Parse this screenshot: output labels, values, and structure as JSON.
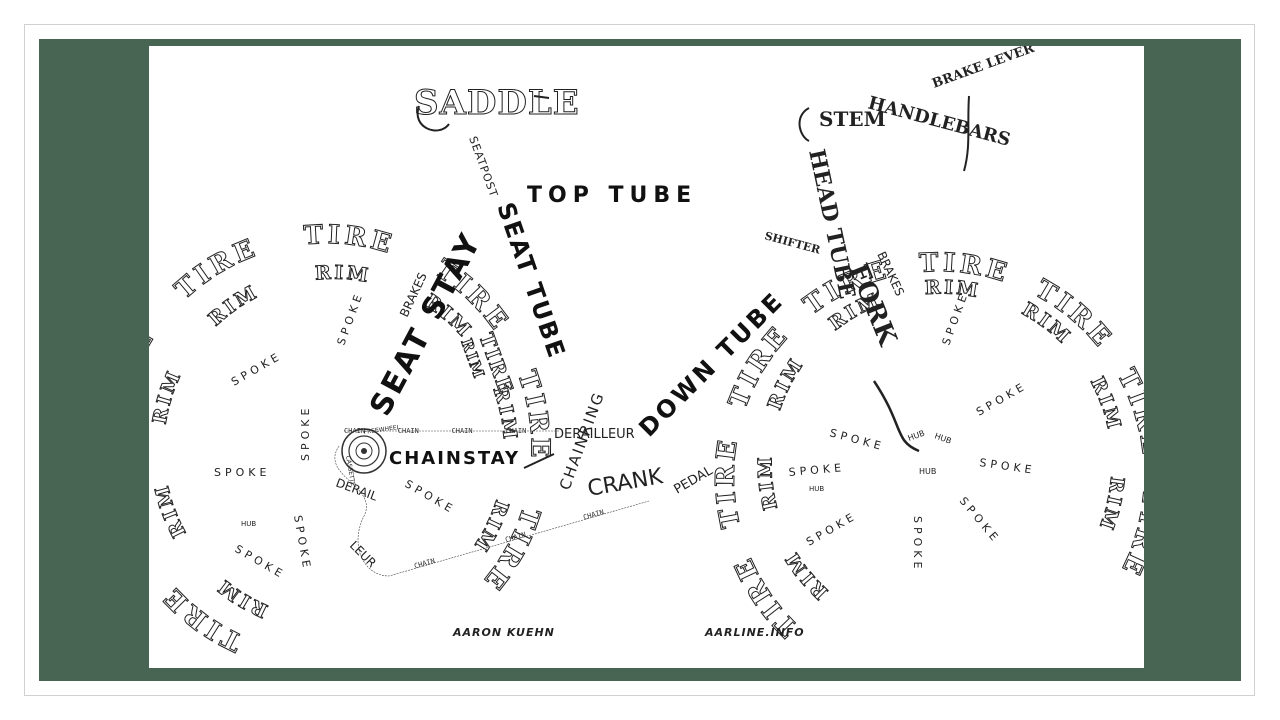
{
  "artwork": {
    "labels": {
      "saddle": "SADDLE",
      "seatpost": "SEATPOST",
      "top_tube": "TOP TUBE",
      "stem": "STEM",
      "handlebars": "HANDLEBARS",
      "brake_lever": "BRAKE LEVER",
      "head_tube": "HEAD TUBE",
      "shifter": "SHIFTER",
      "fork": "FORK",
      "brakes_rear": "BRAKES",
      "brakes_front": "BRAKES",
      "seat_stay": "SEAT STAY",
      "seat_tube": "SEAT TUBE",
      "down_tube": "DOWN TUBE",
      "chainstay": "CHAINSTAY",
      "derailleur_front": "DERAILLEUR",
      "derailleur_rear_1": "DERAIL",
      "derailleur_rear_2": "LEUR",
      "chainring": "CHAINRING",
      "crank": "CRANK",
      "pedal": "PEDAL",
      "freewheel": "FREEWHEEL",
      "cassette": "CASSETTE",
      "chain": "CHAIN",
      "tire": "TIRE",
      "rim": "RIM",
      "spoke": "SPOKE",
      "hub": "HUB"
    },
    "credits": {
      "author": "AARON KUEHN",
      "site": "AARLINE.INFO"
    }
  }
}
